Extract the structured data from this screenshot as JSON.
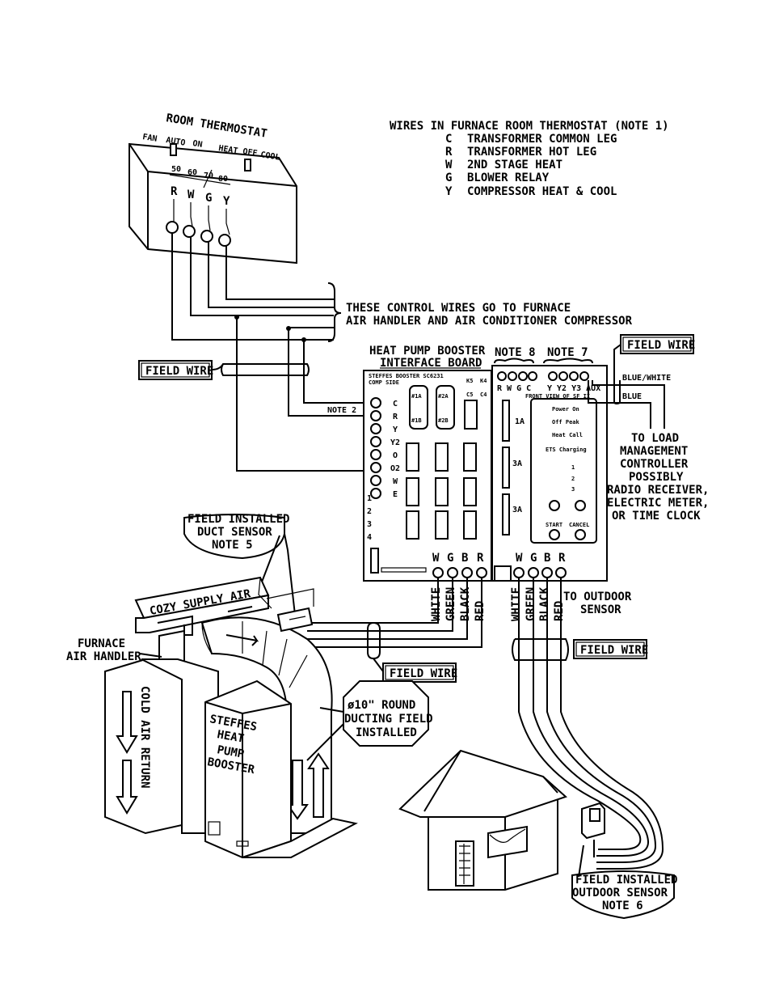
{
  "thermostat": {
    "title": "ROOM THERMOSTAT",
    "switch_fan": "FAN",
    "switch_auto": "AUTO",
    "switch_on": "ON",
    "switch_heat": "HEAT",
    "switch_off": "OFF",
    "switch_cool": "COOL",
    "scale": [
      "50",
      "60",
      "70",
      "80"
    ],
    "terminals": [
      "R",
      "W",
      "G",
      "Y"
    ]
  },
  "wire_legend": {
    "title": "WIRES IN FURNACE ROOM THERMOSTAT (NOTE 1)",
    "rows": [
      {
        "code": "C",
        "desc": "TRANSFORMER COMMON LEG"
      },
      {
        "code": "R",
        "desc": "TRANSFORMER HOT LEG"
      },
      {
        "code": "W",
        "desc": "2ND STAGE HEAT"
      },
      {
        "code": "G",
        "desc": "BLOWER RELAY"
      },
      {
        "code": "Y",
        "desc": "COMPRESSOR HEAT & COOL"
      }
    ]
  },
  "control_note": {
    "line1": "THESE CONTROL WIRES GO TO FURNACE",
    "line2": "AIR HANDLER AND AIR CONDITIONER COMPRESSOR"
  },
  "field_wire_label": "FIELD WIRE",
  "board": {
    "title1": "HEAT PUMP BOOSTER",
    "title2": "INTERFACE BOARD",
    "header": "STEFFES BOOSTER SC6231",
    "comp_side": "COMP SIDE",
    "k_labels": [
      "K5",
      "K4",
      "C5",
      "C4"
    ],
    "note2": "NOTE 2",
    "terminals": [
      "C",
      "R",
      "Y",
      "Y2",
      "O",
      "O2",
      "W",
      "E"
    ],
    "jumpers": [
      "#1A",
      "#1B",
      "#2A",
      "#2B"
    ],
    "leds": [
      "1",
      "2",
      "3",
      "4"
    ],
    "bottom_terminals": [
      "W",
      "G",
      "B",
      "R"
    ],
    "wire_colors": [
      "WHITE",
      "GREEN",
      "BLACK",
      "RED"
    ]
  },
  "module": {
    "note8": "NOTE 8",
    "note7": "NOTE 7",
    "term_left": "R W G C",
    "term_right": "Y Y2 Y3 AUX",
    "front_view": "FRONT VIEW OF SF II",
    "fuses": [
      "1A",
      "3A",
      "3A"
    ],
    "panel": [
      "Power On",
      "Off Peak",
      "Heat Call",
      "ETS Charging",
      "1",
      "2",
      "3",
      "START",
      "CANCEL"
    ],
    "bottom_terminals": [
      "W",
      "G",
      "B",
      "R"
    ],
    "wire_colors": [
      "WHITE",
      "GREEN",
      "BLACK",
      "RED"
    ],
    "blue_white": "BLUE/WHITE",
    "blue": "BLUE"
  },
  "load_mgmt": [
    "TO LOAD",
    "MANAGEMENT",
    "CONTROLLER",
    "POSSIBLY",
    "RADIO RECEIVER,",
    "ELECTRIC METER,",
    "OR TIME CLOCK"
  ],
  "outdoor_sensor_note": [
    "TO OUTDOOR",
    "SENSOR"
  ],
  "duct_sensor": [
    "FIELD INSTALLED",
    "DUCT SENSOR",
    "NOTE 5"
  ],
  "supply_air": "COZY SUPPLY AIR",
  "furnace": [
    "FURNACE",
    "AIR HANDLER"
  ],
  "cold_air": "COLD AIR RETURN",
  "booster": [
    "STEFFES",
    "HEAT",
    "PUMP",
    "BOOSTER"
  ],
  "ducting": [
    "ø10\" ROUND",
    "DUCTING FIELD",
    "INSTALLED"
  ],
  "outdoor_sensor": [
    "FIELD INSTALLED",
    "OUTDOOR SENSOR",
    "NOTE 6"
  ]
}
